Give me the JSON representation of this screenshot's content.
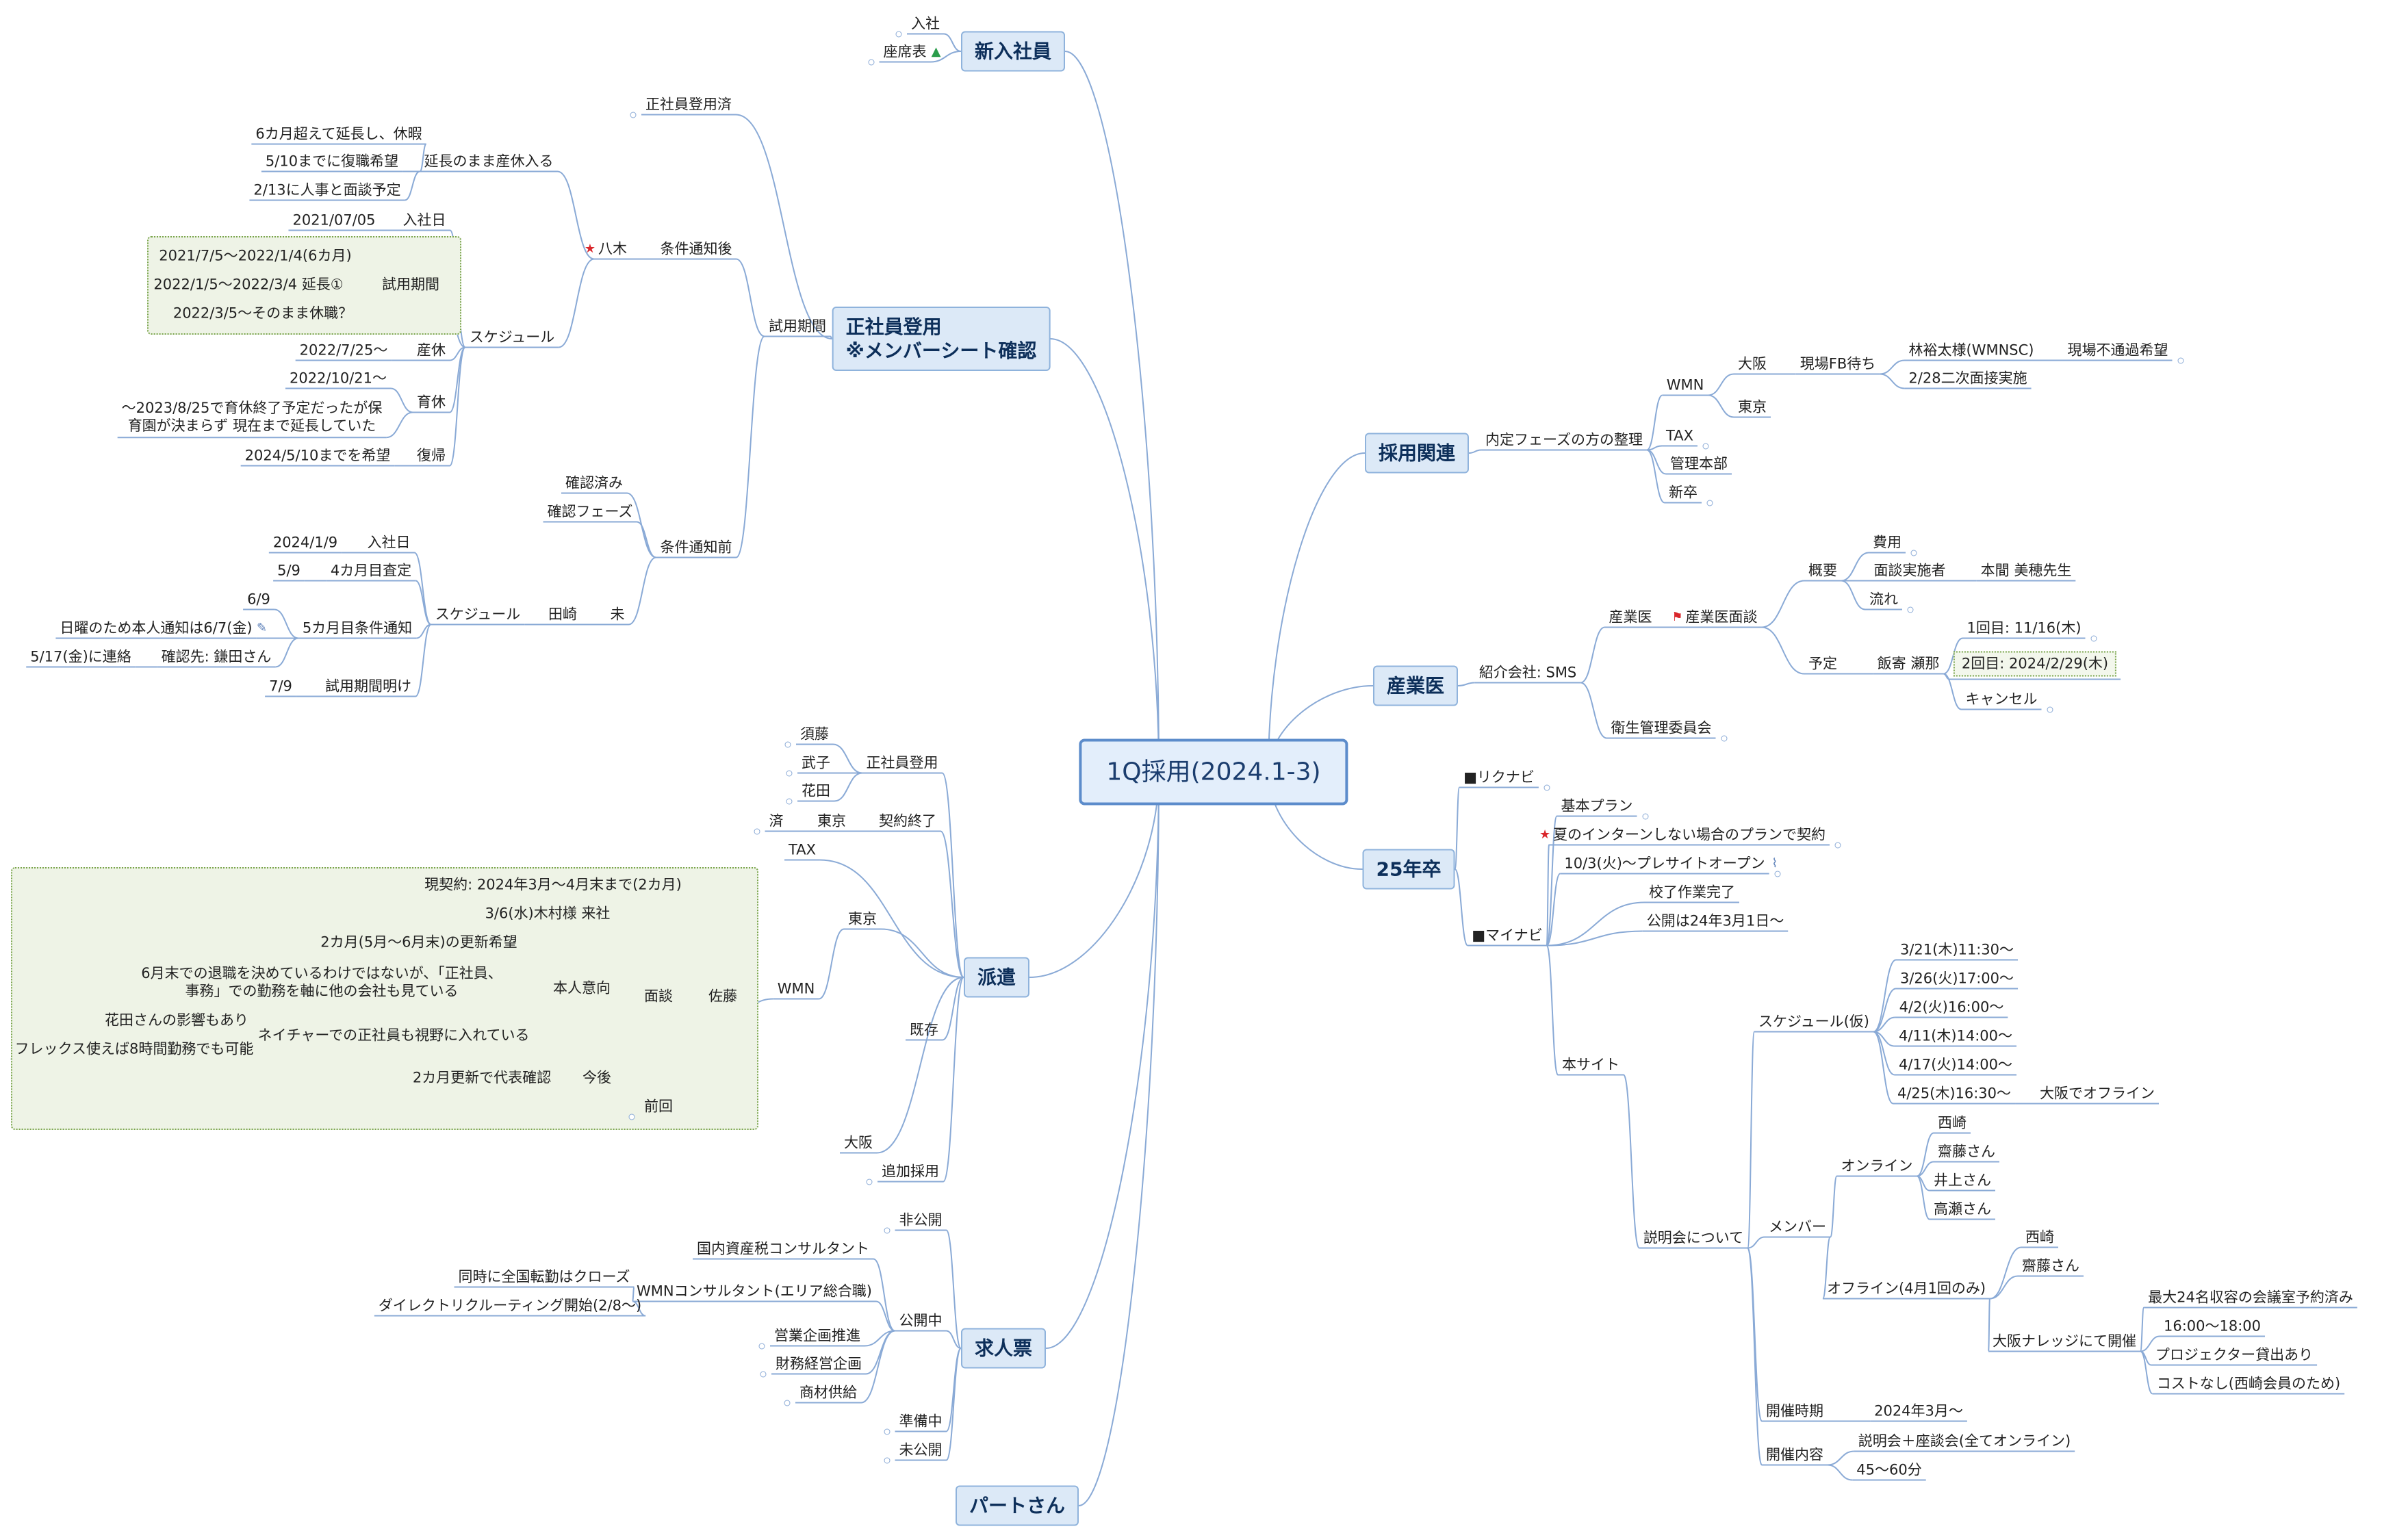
{
  "center": "1Q採用(2024.1-3)",
  "topics": {
    "new_hire": "新入社員",
    "seishain": "正社員登用\n※メンバーシート確認",
    "haken": "派遣",
    "kyujin": "求人票",
    "part": "パートさん",
    "saiyo": "採用関連",
    "sangyoi": "産業医",
    "sotsu25": "25年卒"
  },
  "new_hire": {
    "nyusha": "入社",
    "zasekihyo": "座席表"
  },
  "seishain": {
    "touyouzumi": "正社員登用済",
    "shiyou": "試用期間",
    "joken_go": "条件通知後",
    "joken_mae": "条件通知前",
    "yagi": "八木",
    "encho_sankyu": "延長のまま産休入る",
    "six_month": "6カ月超えて延長し、休暇",
    "fukushoku": "5/10までに復職希望",
    "mendan_yotei": "2/13に人事と面談予定",
    "nyushabi": "入社日",
    "nyusha_date": "2021/07/05",
    "schedule": "スケジュール",
    "shiyou_kikan": "試用期間",
    "trial1": "2021/7/5～2022/1/4(6カ月)",
    "trial2": "2022/1/5～2022/3/4 延長①",
    "trial3": "2022/3/5～そのまま休職？",
    "sankyu": "産休",
    "sankyu_date": "2022/7/25～",
    "ikukyu": "育休",
    "ikukyu_date": "2022/10/21～",
    "ikukyu_note": "～2023/8/25で育休終了予定だったが保\n育園が決まらず 現在まで延長していた",
    "fukki": "復帰",
    "fukki_date": "2024/5/10までを希望",
    "kakunin_zumi": "確認済み",
    "kakunin_phase": "確認フェーズ",
    "mi": "未",
    "tasaki": "田崎",
    "schedule2": "スケジュール",
    "nyushabi2": "入社日",
    "nyusha_date2": "2024/1/9",
    "satei": "4カ月目査定",
    "satei_date": "5/9",
    "tsuchi": "5カ月目条件通知",
    "tsuchi_date": "6/9",
    "nichiyo": "日曜のため本人通知は6/7(金)",
    "kakunin_saki": "確認先: 鎌田さん",
    "renraku": "5/17(金)に連絡",
    "kikan_ake": "試用期間明け",
    "kikan_ake_date": "7/9"
  },
  "haken": {
    "seishain_touyou": "正社員登用",
    "sudo": "須藤",
    "takeko": "武子",
    "hanada": "花田",
    "keiyaku_shuryo": "契約終了",
    "tokyo1": "東京",
    "sumi": "済",
    "tax": "TAX",
    "tokyo2": "東京",
    "kizon": "既存",
    "wmn": "WMN",
    "sato": "佐藤",
    "mendan": "面談",
    "gen_keiyaku": "現契約: 2024年3月～4月末まで(2カ月)",
    "kimura": "3/6(水)木村様 来社",
    "koushin": "2カ月(5月～6月末)の更新希望",
    "honnin_ikou": "本人意向",
    "taishoku": "6月末での退職を決めているわけではないが、「正社員、\n事務」での勤務を軸に他の会社も見ている",
    "nature": "ネイチャーでの正社員も視野に入れている",
    "hanada_eikyo": "花田さんの影響もあり",
    "flex": "フレックス使えば8時間勤務でも可能",
    "kongo": "今後",
    "daihyo": "2カ月更新で代表確認",
    "zenkai": "前回",
    "osaka": "大阪",
    "tsuika": "追加採用"
  },
  "kyujin": {
    "hikokai": "非公開",
    "kokaichu": "公開中",
    "kokunai": "国内資産税コンサルタント",
    "wmn_consul": "WMNコンサルタント(エリア総合職)",
    "zenkoku": "同時に全国転勤はクローズ",
    "direct": "ダイレクトリクルーティング開始(2/8～)",
    "eigyo": "営業企画推進",
    "zaimu": "財務経営企画",
    "shozai": "商材供給",
    "junbichu": "準備中",
    "mikokai": "未公開"
  },
  "saiyo": {
    "naitei": "内定フェーズの方の整理",
    "wmn": "WMN",
    "osaka": "大阪",
    "genba_fb": "現場FB待ち",
    "hayashi": "林裕太様(WMNSC)",
    "genba_futsuka": "現場不通過希望",
    "niji": "2/28二次面接実施",
    "tokyo": "東京",
    "tax": "TAX",
    "kanri": "管理本部",
    "shinsotsu": "新卒"
  },
  "sangyoi": {
    "shokai": "紹介会社: SMS",
    "sangyoi": "産業医",
    "mendan": "産業医面談",
    "gaiyo": "概要",
    "hiyo": "費用",
    "jisshisha": "面談実施者",
    "honma": "本間 美穂先生",
    "nagare": "流れ",
    "yotei": "予定",
    "iiyose": "飯寄 瀬那",
    "kai1": "1回目: 11/16(木)",
    "kai2": "2回目: 2024/2/29(木)",
    "cancel": "キャンセル",
    "eisei": "衛生管理委員会"
  },
  "sotsu25": {
    "rikunabi": "■リクナビ",
    "mynavi": "■マイナビ",
    "kihon": "基本プラン",
    "natsu": "夏のインターンしない場合のプランで契約",
    "presite": "10/3(火)～プレサイトオープン",
    "kosei": "校了作業完了",
    "kokai": "公開は24年3月1日～",
    "honsite": "本サイト",
    "setsumeikai": "説明会について",
    "schedule": "スケジュール(仮)",
    "d1": "3/21(木)11:30～",
    "d2": "3/26(火)17:00～",
    "d3": "4/2(火)16:00～",
    "d4": "4/11(木)14:00～",
    "d5": "4/17(火)14:00～",
    "d6": "4/25(木)16:30～",
    "osaka_offline": "大阪でオフライン",
    "member": "メンバー",
    "online": "オンライン",
    "nishizaki": "西崎",
    "saito": "齋藤さん",
    "inoue": "井上さん",
    "takase": "高瀬さん",
    "offline": "オフライン(4月1回のみ)",
    "nishizaki2": "西崎",
    "saito2": "齋藤さん",
    "osaka_knowledge": "大阪ナレッジにて開催",
    "max24": "最大24名収容の会議室予約済み",
    "time": "16:00～18:00",
    "projector": "プロジェクター貸出あり",
    "cost": "コストなし(西崎会員のため)",
    "kaisai_jiki": "開催時期",
    "march": "2024年3月～",
    "kaisai_naiyo": "開催内容",
    "naiyo1": "説明会＋座談会(全てオンライン)",
    "naiyo2": "45～60分"
  },
  "colors": {
    "line": "#8aaad6",
    "topic_fill": "#dce9f7",
    "group_fill": "#eef3e6",
    "group_border": "#7aa54c",
    "star": "#d9262b"
  }
}
